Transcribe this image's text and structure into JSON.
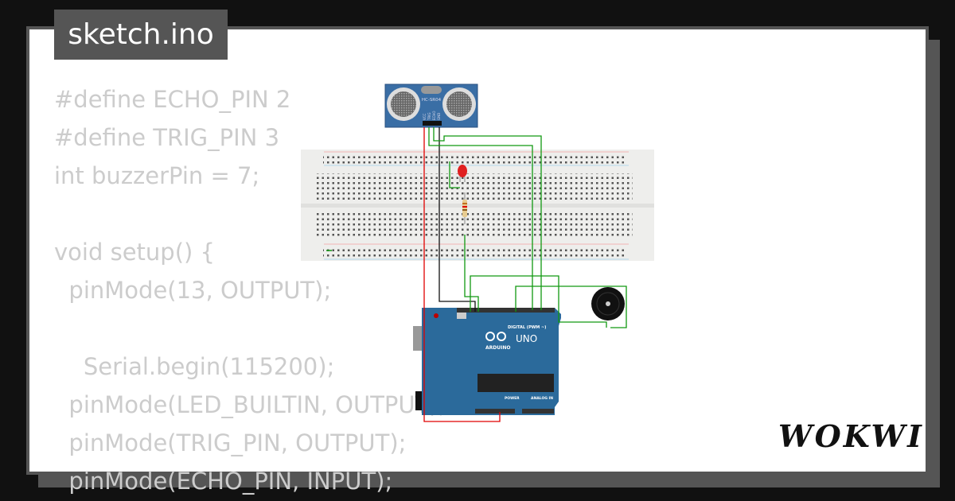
{
  "file_tab": {
    "title": "sketch.ino"
  },
  "code_lines": [
    "#define ECHO_PIN 2",
    "#define TRIG_PIN 3",
    "int buzzerPin = 7;",
    "",
    "void setup() {",
    "  pinMode(13, OUTPUT);",
    "",
    "    Serial.begin(115200);",
    "  pinMode(LED_BUILTIN, OUTPUT);",
    "  pinMode(TRIG_PIN, OUTPUT);",
    "  pinMode(ECHO_PIN, INPUT);"
  ],
  "circuit": {
    "sensor_label": "HC-SR04",
    "sensor_pins": [
      "VCC",
      "TRIG",
      "ECHO",
      "GND"
    ],
    "board_brand": "ARDUINO",
    "board_model": "UNO",
    "digital_label": "DIGITAL (PWM ~)",
    "power_label": "POWER",
    "analog_label": "ANALOG IN",
    "colors": {
      "board": "#2b6a9b",
      "wire_red": "#e00000",
      "wire_green": "#119911",
      "wire_black": "#111111",
      "led": "#e02020"
    }
  },
  "brand": {
    "logo": "WOKWI"
  }
}
